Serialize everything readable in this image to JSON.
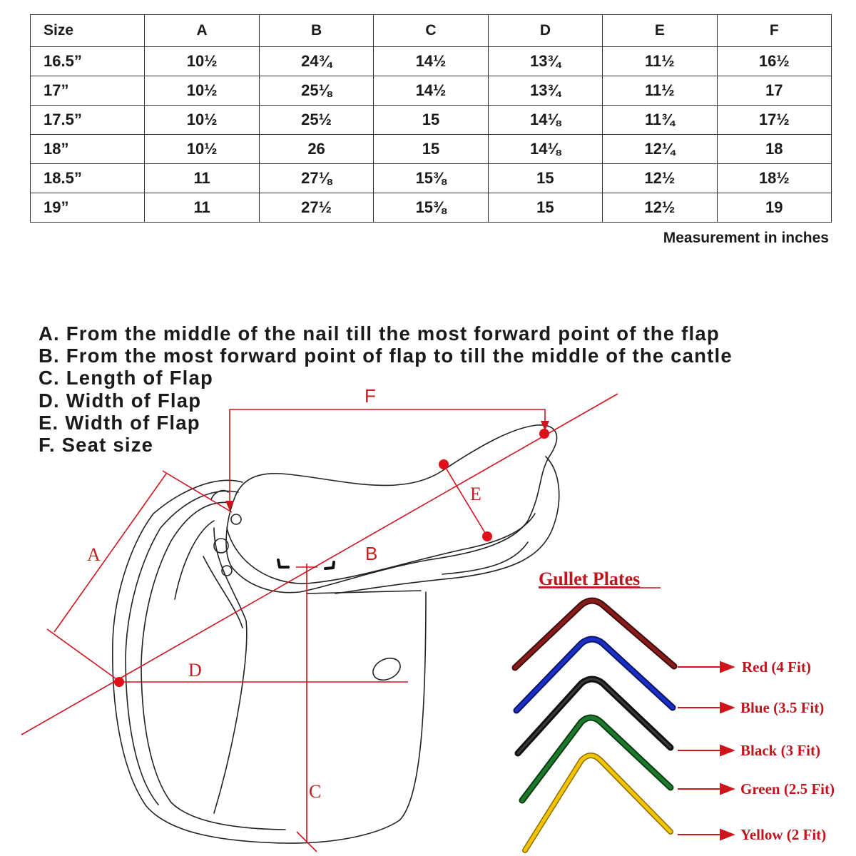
{
  "table": {
    "headers": [
      "Size",
      "A",
      "B",
      "C",
      "D",
      "E",
      "F"
    ],
    "rows": [
      [
        "16.5”",
        "10½",
        "24¾",
        "14½",
        "13¾",
        "11½",
        "16½"
      ],
      [
        "17”",
        "10½",
        "25⅛",
        "14½",
        "13¾",
        "11½",
        "17"
      ],
      [
        "17.5”",
        "10½",
        "25½",
        "15",
        "14⅛",
        "11¾",
        "17½"
      ],
      [
        "18”",
        "10½",
        "26",
        "15",
        "14⅛",
        "12¼",
        "18"
      ],
      [
        "18.5”",
        "11",
        "27⅛",
        "15⅜",
        "15",
        "12½",
        "18½"
      ],
      [
        "19”",
        "11",
        "27½",
        "15⅜",
        "15",
        "12½",
        "19"
      ]
    ],
    "unit_note": "Measurement in inches"
  },
  "legend": [
    "A. From the middle of the nail till the most forward point of the flap",
    "B. From the most forward point of flap to till the middle of the cantle",
    "C. Length of Flap",
    "D. Width of Flap",
    "E. Width of Flap",
    "F. Seat size"
  ],
  "diagram": {
    "labels": {
      "a": "A",
      "b": "B",
      "c": "C",
      "d": "D",
      "e": "E",
      "f": "F"
    }
  },
  "gullet": {
    "title": "Gullet Plates",
    "plates": [
      {
        "label": "Red (4 Fit)",
        "color": "#8b1a1a"
      },
      {
        "label": "Blue (3.5 Fit)",
        "color": "#1a2fc8"
      },
      {
        "label": "Black (3 Fit)",
        "color": "#111111"
      },
      {
        "label": "Green (2.5 Fit)",
        "color": "#1a7a2a"
      },
      {
        "label": "Yellow (2 Fit)",
        "color": "#e0b400"
      }
    ],
    "arrow_color": "#d0141c"
  }
}
